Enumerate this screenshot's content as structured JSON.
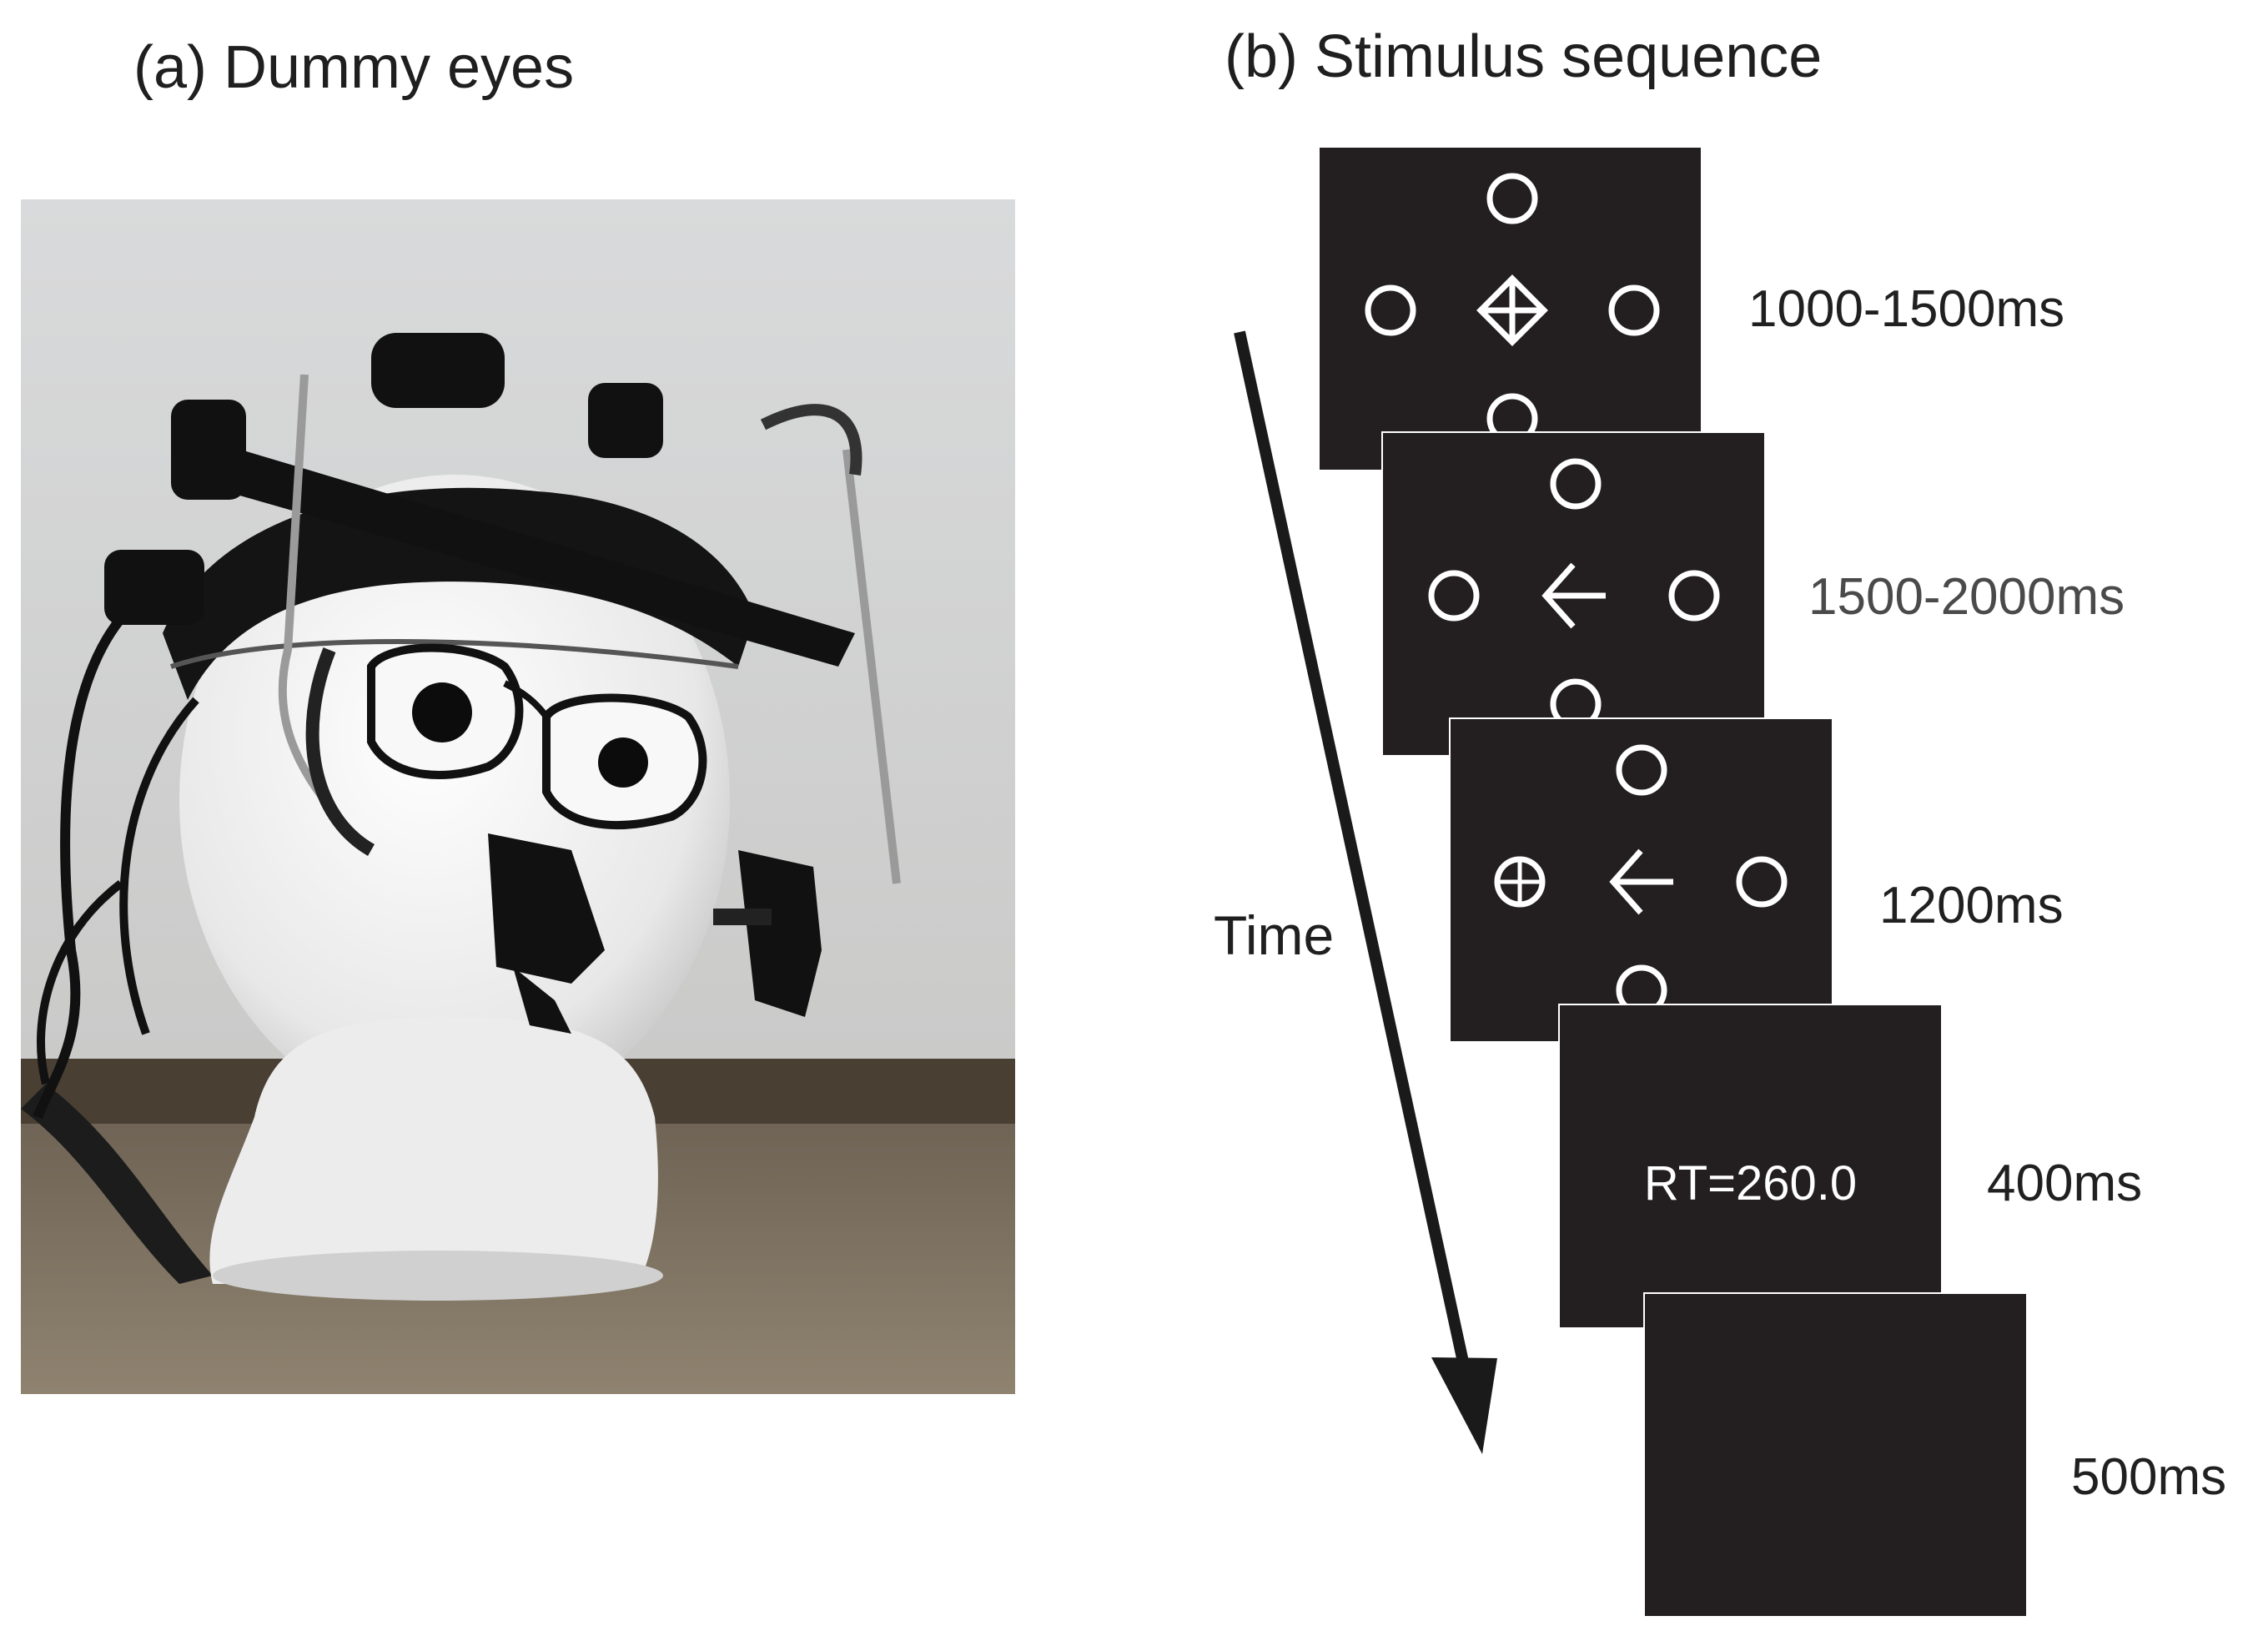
{
  "panel_a": {
    "title": "(a)  Dummy eyes"
  },
  "panel_b": {
    "title": "(b)  Stimulus sequence",
    "axis_label": "Time",
    "screens": [
      {
        "duration": "1000-1500ms",
        "central": "diamond-cross",
        "left_target": "circle"
      },
      {
        "duration": "1500-2000ms",
        "central": "left-arrow",
        "left_target": "circle"
      },
      {
        "duration": "1200ms",
        "central": "left-arrow",
        "left_target": "cross-circle"
      },
      {
        "duration": "400ms",
        "feedback": "RT=260.0"
      },
      {
        "duration": "500ms"
      }
    ]
  },
  "colors": {
    "screen_bg": "#231f20",
    "stimulus": "#ffffff",
    "text": "#1f1f1f"
  }
}
